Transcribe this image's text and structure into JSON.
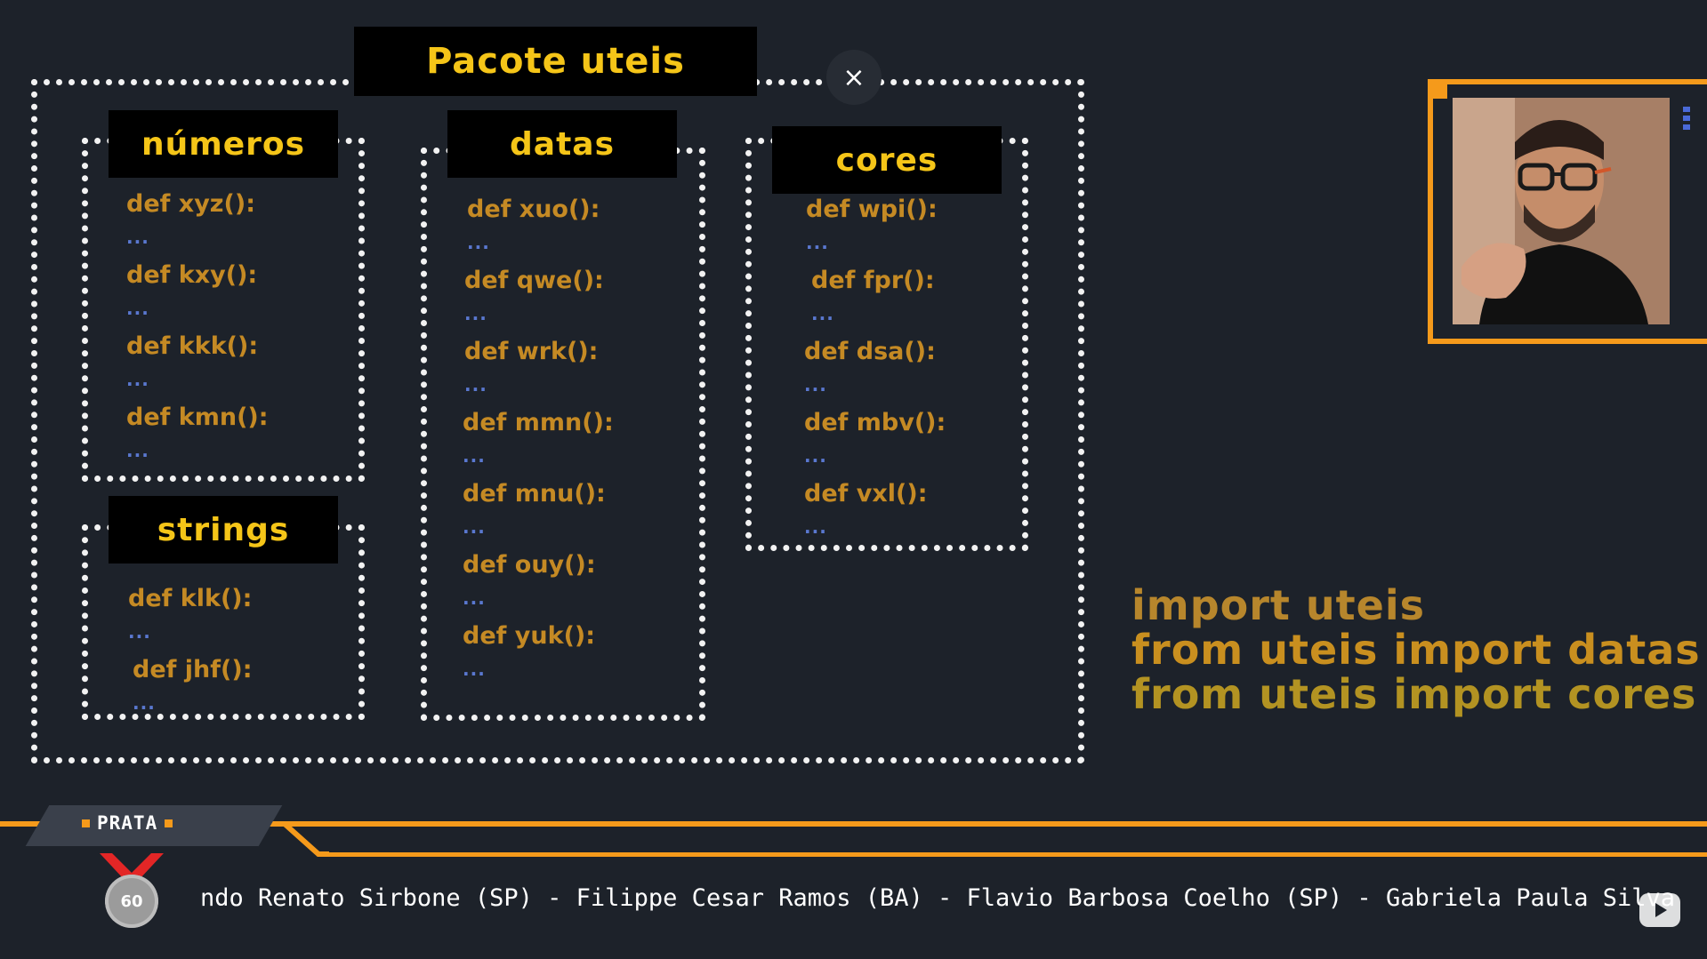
{
  "package": {
    "title": "Pacote uteis",
    "close_symbol": "×"
  },
  "modules": {
    "numeros": {
      "title": "números",
      "defs": [
        "def xyz():",
        "def kxy():",
        "def kkk():",
        "def kmn():"
      ],
      "ellipsis": "..."
    },
    "strings": {
      "title": "strings",
      "defs": [
        "def klk():",
        "def jhf():"
      ],
      "ellipsis": "..."
    },
    "datas": {
      "title": "datas",
      "defs": [
        "def xuo():",
        "def qwe():",
        "def wrk():",
        "def mmn():",
        "def mnu():",
        "def ouy():",
        "def yuk():"
      ],
      "ellipsis": "..."
    },
    "cores": {
      "title": "cores",
      "defs": [
        "def wpi():",
        "def fpr():",
        "def dsa():",
        "def mbv():",
        "def vxl():"
      ],
      "ellipsis": "..."
    }
  },
  "code": {
    "line1": "import uteis",
    "line2": "from uteis import datas",
    "line3": "from uteis import cores"
  },
  "bottom": {
    "tier_label": "PRATA",
    "medal_value": "60",
    "ticker_text": "ndo Renato Sirbone (SP) - Filippe Cesar Ramos (BA) - Flavio Barbosa Coelho (SP) - Gabriela Paula Silva"
  },
  "colors": {
    "background": "#1d222a",
    "title_yellow": "#f5c518",
    "def_orange": "#c58a24",
    "accent_orange": "#f59a1b",
    "ellipsis_blue": "#5a78d0",
    "code_line1": "#b7862c",
    "code_line2": "#c98f1f",
    "code_line3": "#b39322"
  },
  "icons": {
    "close": "close-icon",
    "play": "play-icon",
    "medal": "medal-icon"
  }
}
